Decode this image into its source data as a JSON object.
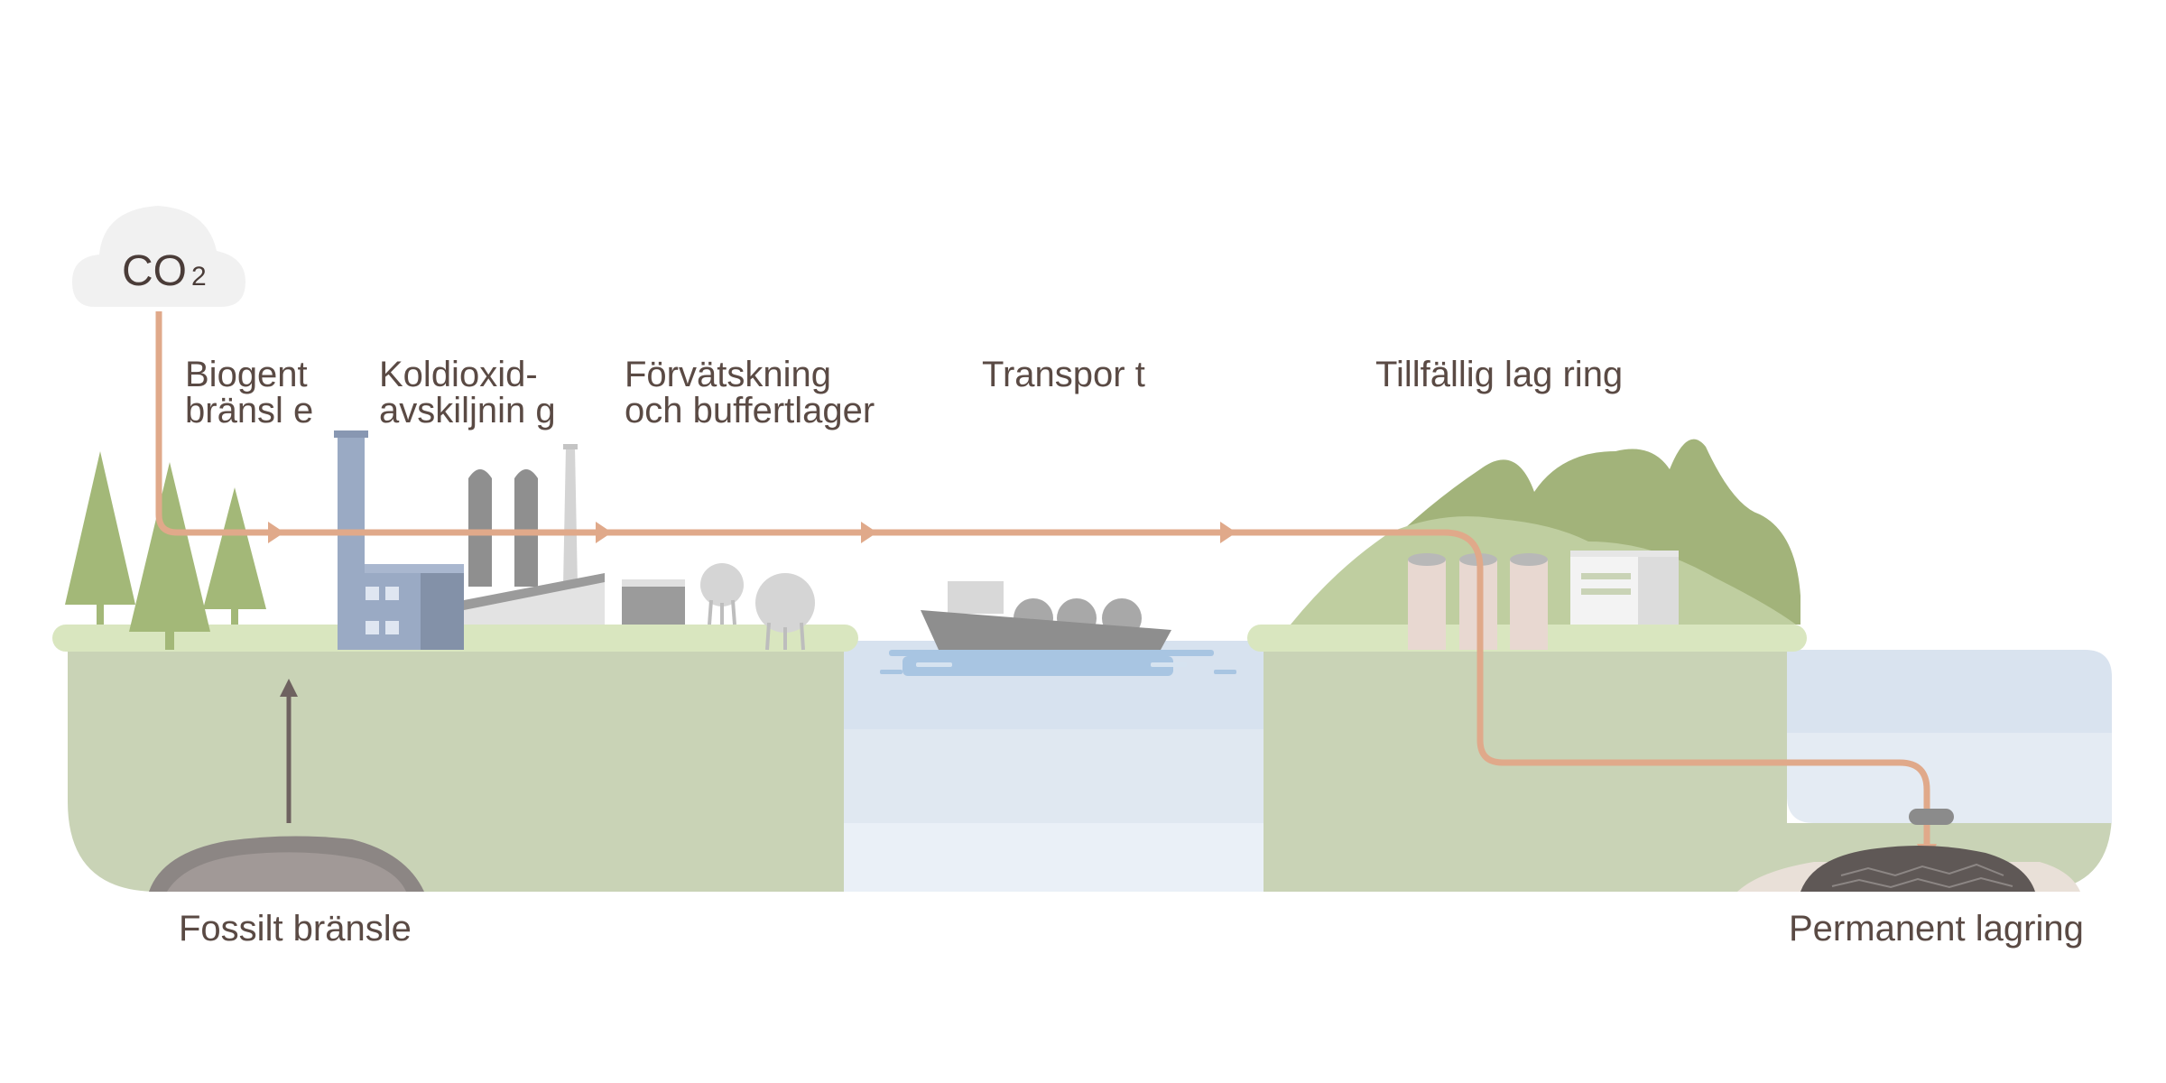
{
  "co2": {
    "main": "CO",
    "sub": "2"
  },
  "stages": {
    "biogenic": [
      "Biogent",
      "bränsl e"
    ],
    "capture": [
      "Koldioxid-",
      "avskiljnin g"
    ],
    "liquefaction": [
      "Förvätskning",
      "och buffertlager"
    ],
    "transport": "Transpor t",
    "temporary_storage": "Tillfällig lag ring"
  },
  "fossil_fuel": "Fossilt bränsle",
  "permanent_storage": "Permanent lagring",
  "colors": {
    "pipeline": "#e0a98a",
    "land": "#c9d3b6",
    "grass": "#d9e6bf",
    "tree": "#a3b878",
    "hill": "#a2b37a",
    "water_top": "#d7e2ef",
    "water_mid": "#e0e8f1",
    "water_bottom": "#eaf0f7",
    "text": "#5a4a44"
  }
}
